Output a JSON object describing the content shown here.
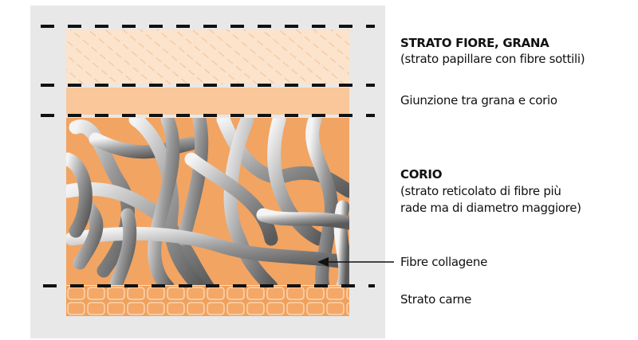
{
  "labels": {
    "grain_title": "STRATO FIORE, GRANA",
    "grain_desc": "(strato papillare con fibre sottili)",
    "junction": "Giunzione tra grana e corio",
    "corium_title": "CORIO",
    "corium_desc_1": "(strato reticolato di fibre più",
    "corium_desc_2": "rade ma di diametro maggiore)",
    "collagen": "Fibre collagene",
    "flesh": "Strato carne"
  },
  "colors": {
    "panel": "#e8e8e8",
    "grain": "#fbe3cc",
    "grain_hatch": "#f0b37a",
    "junction": "#f9c79a",
    "corium": "#f2a463",
    "flesh": "#f0a05a",
    "fiber": "#8e8e8e",
    "dash": "#111111"
  }
}
